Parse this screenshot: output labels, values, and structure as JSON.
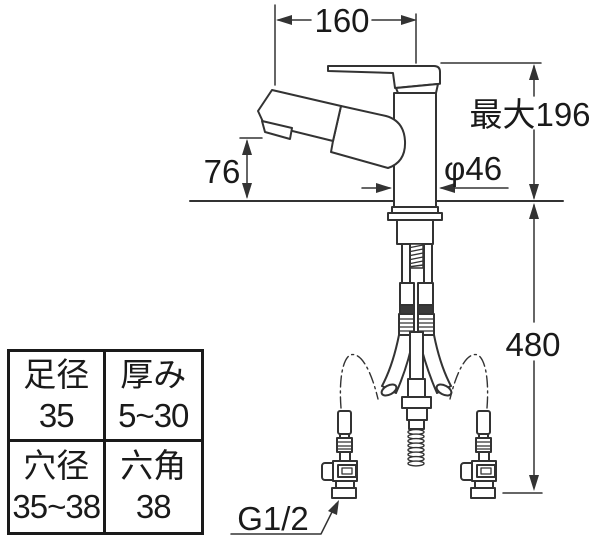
{
  "dimensions": {
    "spout_reach": "160",
    "max_height": "最大196",
    "spout_tip_height": "76",
    "body_diameter": "φ46",
    "hose_length": "480",
    "connection_thread": "G1/2"
  },
  "spec_table": {
    "cells": [
      {
        "label": "足径",
        "value": "35"
      },
      {
        "label": "厚み",
        "value": "5~30"
      },
      {
        "label": "穴径",
        "value": "35~38"
      },
      {
        "label": "六角",
        "value": "38"
      }
    ]
  },
  "colors": {
    "line": "#333333",
    "text": "#1a1a1a",
    "background": "#ffffff"
  }
}
